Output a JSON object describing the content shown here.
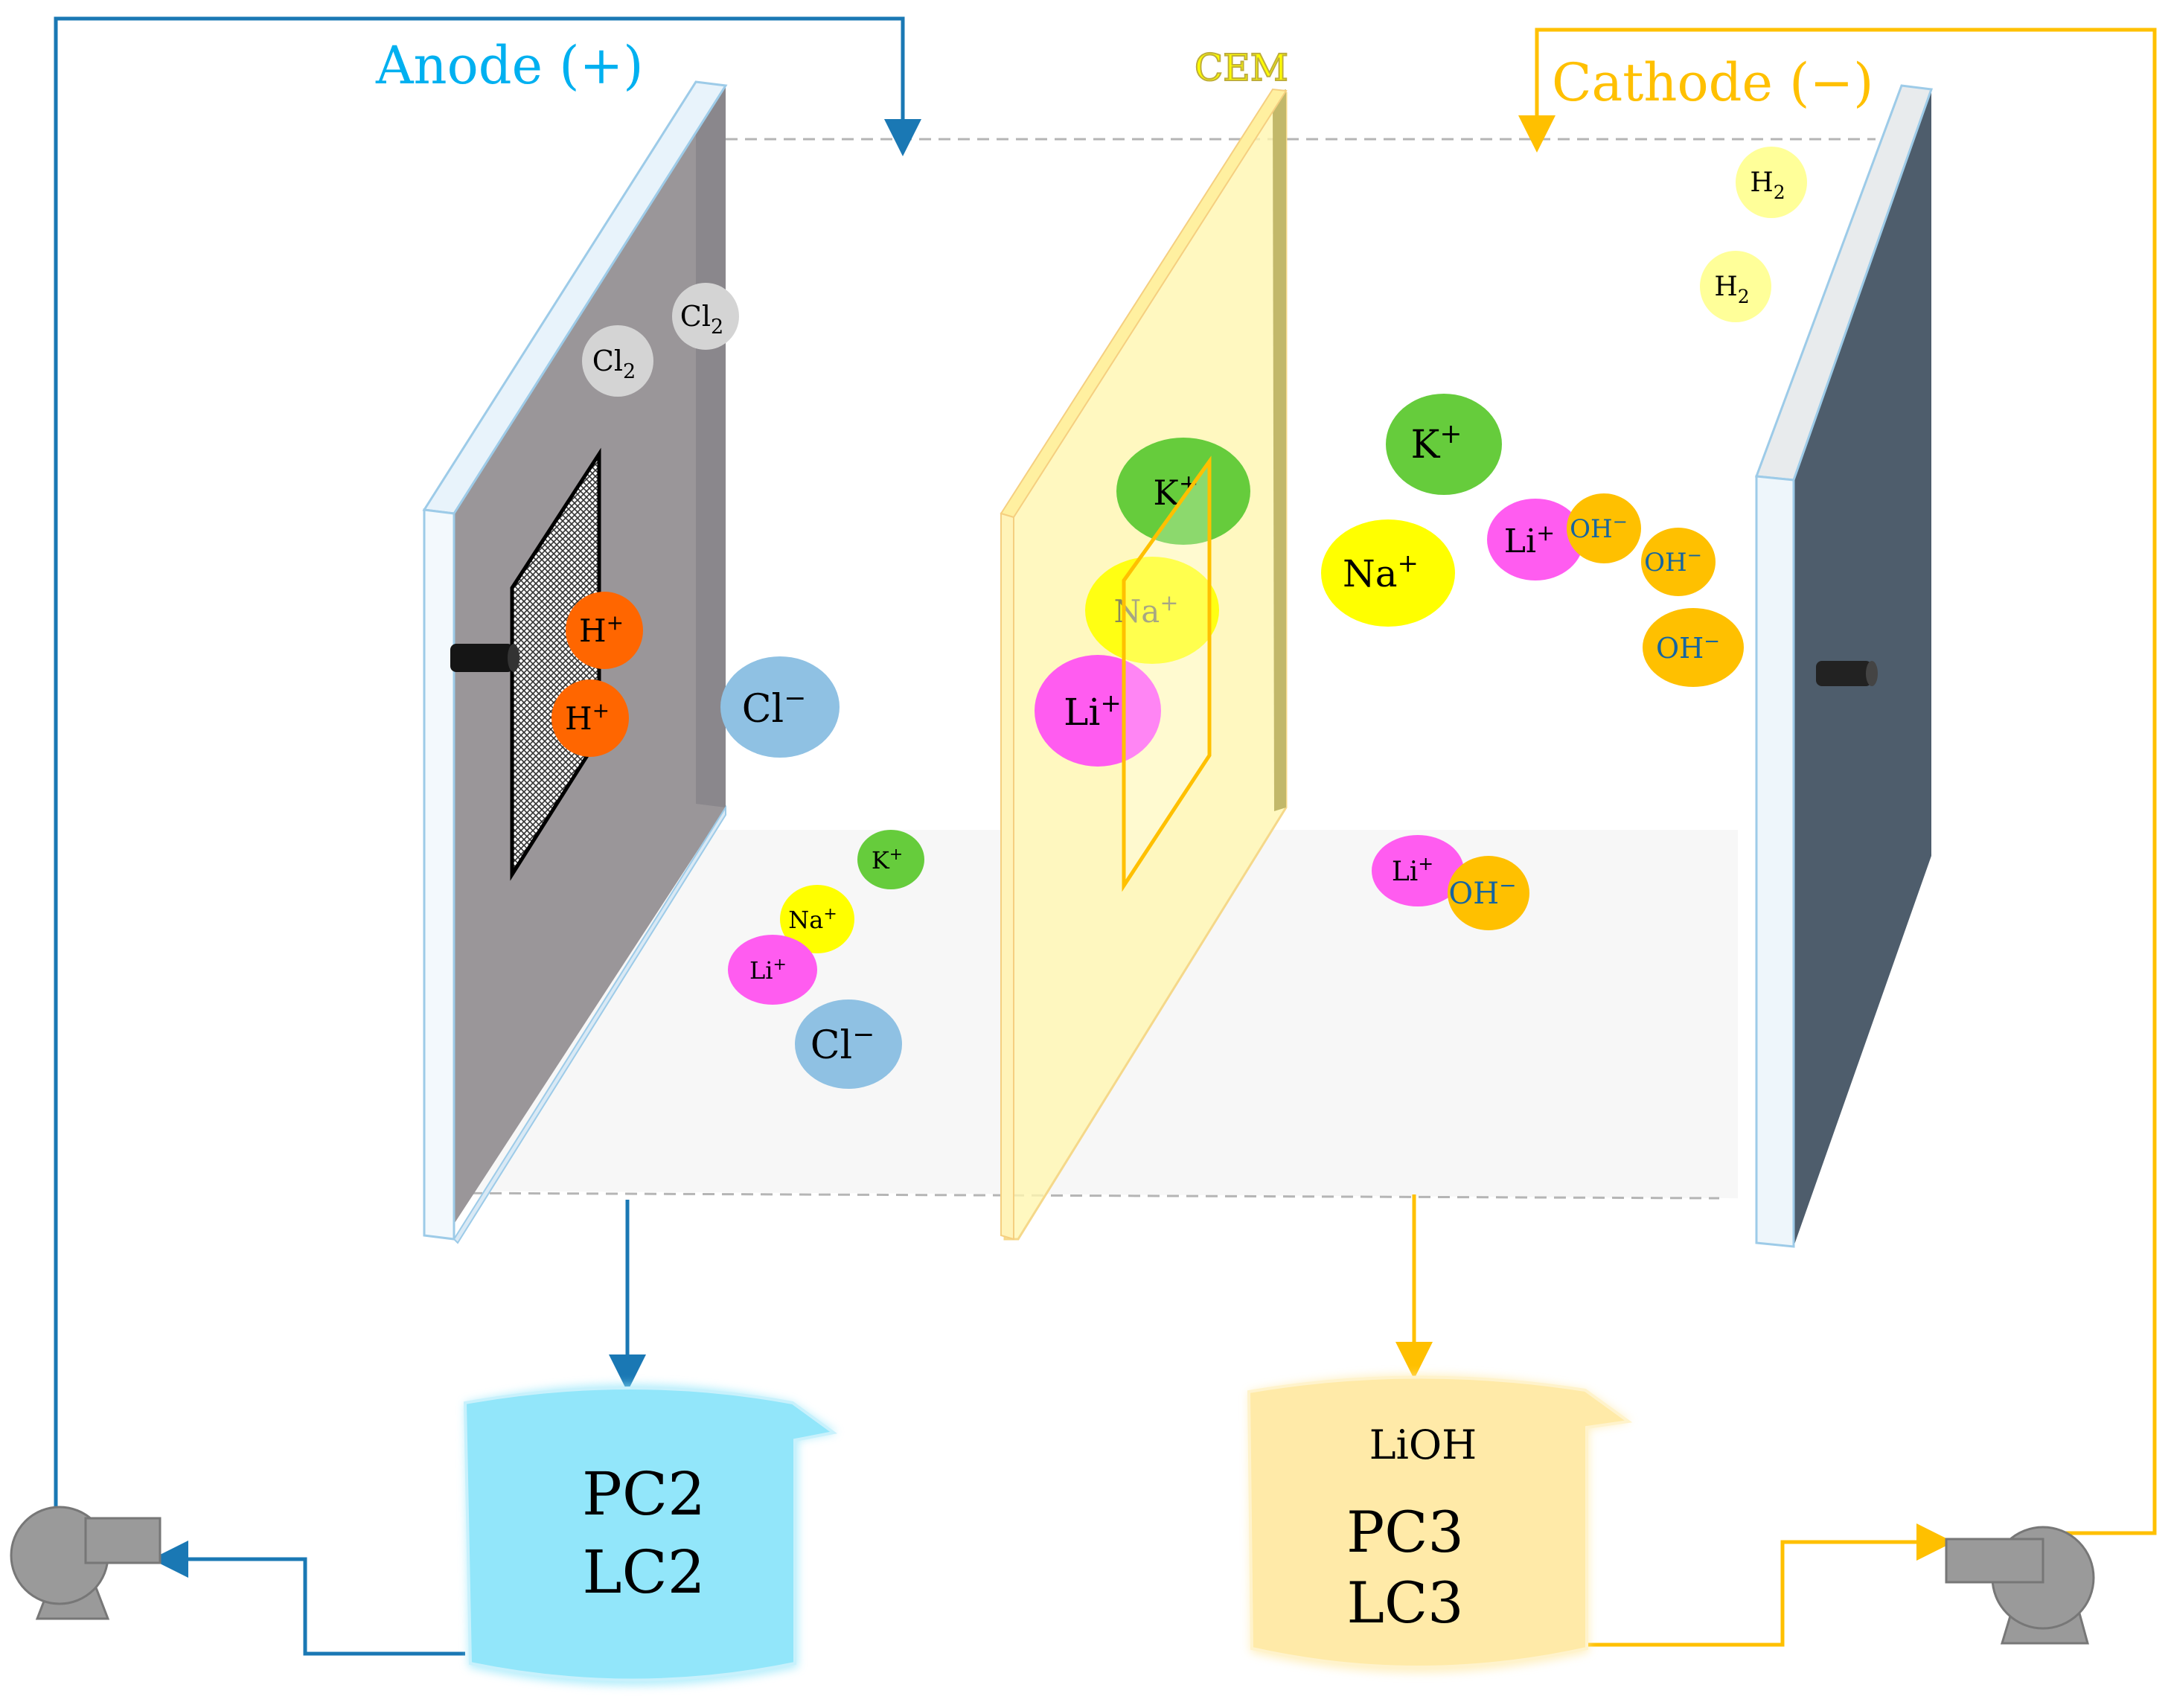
{
  "labels": {
    "anode": "Anode (+)",
    "cathode": "Cathode (−)",
    "membrane": "CEM"
  },
  "tanks": {
    "anolyte": {
      "line1": "PC2",
      "line2": "LC2"
    },
    "catholyte": {
      "product": "LiOH",
      "line1": "PC3",
      "line2": "LC3"
    }
  },
  "species": {
    "cl2_a": {
      "base": "Cl",
      "sub": "2"
    },
    "cl2_b": {
      "base": "Cl",
      "sub": "2"
    },
    "h2_a": {
      "base": "H",
      "sub": "2"
    },
    "h2_b": {
      "base": "H",
      "sub": "2"
    },
    "h_a": {
      "base": "H",
      "sup": "+"
    },
    "h_b": {
      "base": "H",
      "sup": "+"
    },
    "cl_a": {
      "base": "Cl",
      "sup": "−"
    },
    "cl_b": {
      "base": "Cl",
      "sup": "−"
    },
    "k_mem": {
      "base": "K",
      "sup": "+"
    },
    "na_mem": {
      "base": "Na",
      "sup": "+"
    },
    "li_mem": {
      "base": "Li",
      "sup": "+"
    },
    "k_an": {
      "base": "K",
      "sup": "+"
    },
    "na_an": {
      "base": "Na",
      "sup": "+"
    },
    "li_an": {
      "base": "Li",
      "sup": "+"
    },
    "k_cat": {
      "base": "K",
      "sup": "+"
    },
    "na_cat": {
      "base": "Na",
      "sup": "+"
    },
    "li_cat_a": {
      "base": "Li",
      "sup": "+"
    },
    "li_cat_b": {
      "base": "Li",
      "sup": "+"
    },
    "oh_a": {
      "base": "OH",
      "sup": "−"
    },
    "oh_b": {
      "base": "OH",
      "sup": "−"
    },
    "oh_c": {
      "base": "OH",
      "sup": "−"
    },
    "oh_d": {
      "base": "OH",
      "sup": "−"
    }
  },
  "colors": {
    "anode_loop": "#1a78b4",
    "anode_label": "#00b0f0",
    "cathode_loop": "#ffc000",
    "membrane_label": "#d4c04a",
    "h_ion": "#ff6600",
    "li_ion": "#ff5cf0",
    "na_ion": "#ffff00",
    "k_ion": "#66cc3c",
    "cl_ion": "#8fc1e3",
    "oh_ion": "#ffc000",
    "cl2_gas": "#d4d4d4",
    "h2_gas": "#ffff99",
    "anolyte_tank": "#92e6fa",
    "catholyte_tank": "#ffeaa8"
  }
}
